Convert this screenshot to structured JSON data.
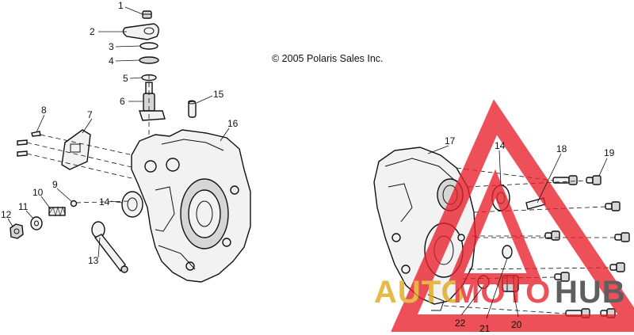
{
  "copyright": "© 2005 Polaris Sales Inc.",
  "callouts": {
    "c1": "1",
    "c2": "2",
    "c3": "3",
    "c4": "4",
    "c5": "5",
    "c6": "6",
    "c7": "7",
    "c8": "8",
    "c9": "9",
    "c10": "10",
    "c11": "11",
    "c12": "12",
    "c13": "13",
    "c14a": "14",
    "c14b": "14",
    "c15": "15",
    "c16": "16",
    "c17": "17",
    "c18": "18",
    "c19": "19",
    "c20": "20",
    "c21": "21",
    "c22": "22"
  },
  "watermark": {
    "text_a": "AUTO",
    "text_b": "MOTO",
    "text_c": "HUB",
    "color_red": "#e8202a",
    "color_gold": "#e0a615",
    "color_dark": "#333333"
  }
}
